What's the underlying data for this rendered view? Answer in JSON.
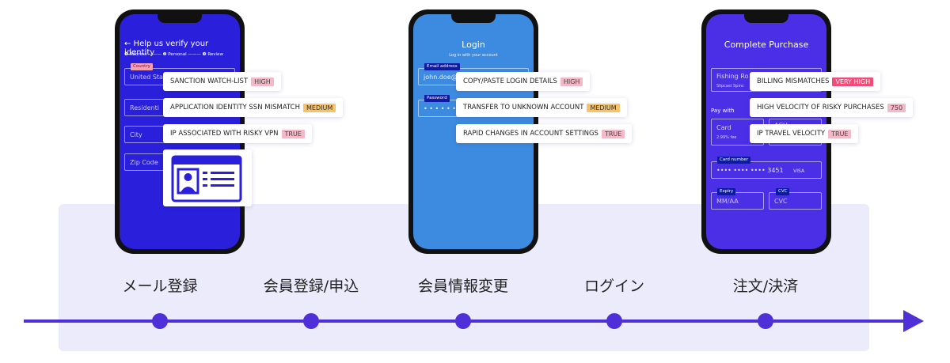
{
  "phone1": {
    "title": "← Help us verify your identity",
    "steps": "❶ Address ——— ❷ Personal ——— ❸ Review",
    "country_tag": "Country",
    "fields": [
      "United Sta",
      "Residenti",
      "City",
      "Zip Code"
    ]
  },
  "phone2": {
    "title": "Login",
    "subtitle": "Log in with your account",
    "email_tag": "Email address",
    "email_value": "john.doe@",
    "password_tag": "Password",
    "password_value": "• • • • • •"
  },
  "phone3": {
    "title": "Complete Purchase",
    "product_name": "Fishing Ro",
    "product_desc": "Slipcast Spinc",
    "pay_with": "Pay with",
    "card_label": "Card",
    "card_fee": "2.99% fee",
    "ach_label": "ACH",
    "card_number_tag": "Card number",
    "card_number_value": "••••  ••••  ••••   3451",
    "card_brand": "VISA",
    "expiry_tag": "Expiry",
    "expiry_value": "MM/AA",
    "cvc_tag": "CVC",
    "cvc_value": "CVC"
  },
  "risk_cards": {
    "identity": [
      {
        "label": "SANCTION WATCH-LIST",
        "badge": "HIGH",
        "level": "pink"
      },
      {
        "label": "APPLICATION IDENTITY SSN MISMATCH",
        "badge": "MEDIUM",
        "level": "orange"
      },
      {
        "label": "IP ASSOCIATED WITH RISKY VPN",
        "badge": "TRUE",
        "level": "pink"
      }
    ],
    "login": [
      {
        "label": "COPY/PASTE LOGIN DETAILS",
        "badge": "HIGH",
        "level": "pink"
      },
      {
        "label": "TRANSFER TO UNKNOWN ACCOUNT",
        "badge": "MEDIUM",
        "level": "orange"
      },
      {
        "label": "RAPID CHANGES IN ACCOUNT SETTINGS",
        "badge": "TRUE",
        "level": "pink"
      }
    ],
    "purchase": [
      {
        "label": "BILLING MISMATCHES",
        "badge": "VERY HIGH",
        "level": "red"
      },
      {
        "label": "HIGH VELOCITY OF RISKY PURCHASES",
        "badge": "750",
        "level": "pink"
      },
      {
        "label": "IP TRAVEL VELOCITY",
        "badge": "TRUE",
        "level": "pink"
      }
    ]
  },
  "id_card_icon": "id-card-icon",
  "timeline": {
    "steps": [
      "メール登録",
      "会員登録/申込",
      "会員情報変更",
      "ログイン",
      "注文/決済"
    ],
    "colors": {
      "axis": "#4f2fd8",
      "band": "#ecebfb"
    }
  }
}
